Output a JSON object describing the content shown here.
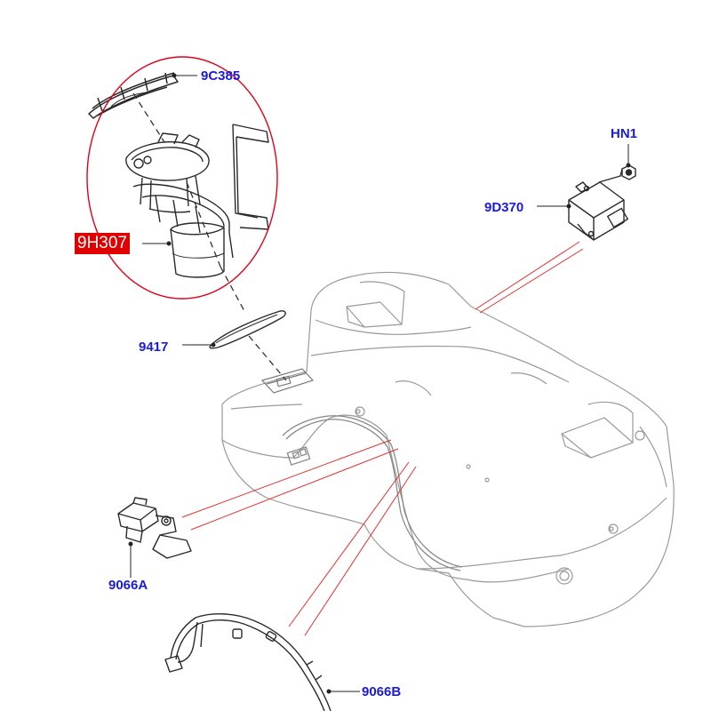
{
  "colors": {
    "label": "#1a1adc",
    "highlight_bg": "#e00000",
    "highlight_text": "#ffffff",
    "callout_circle": "#e0001a",
    "leader_red": "#e03030",
    "outline": "#303030",
    "faint": "#8a8a8a"
  },
  "parts": [
    {
      "id": "9C385",
      "label": "9C385",
      "name": "fuel pump lock ring"
    },
    {
      "id": "9H307",
      "label": "9H307",
      "name": "fuel pump module",
      "highlighted": true
    },
    {
      "id": "9417",
      "label": "9417",
      "name": "fuel pump seal"
    },
    {
      "id": "HN1",
      "label": "HN1",
      "name": "nut"
    },
    {
      "id": "9D370",
      "label": "9D370",
      "name": "fuel pump control module"
    },
    {
      "id": "9066A",
      "label": "9066A",
      "name": "fuel tank vent valve"
    },
    {
      "id": "9066B",
      "label": "9066B",
      "name": "fuel tank vent hose"
    }
  ]
}
